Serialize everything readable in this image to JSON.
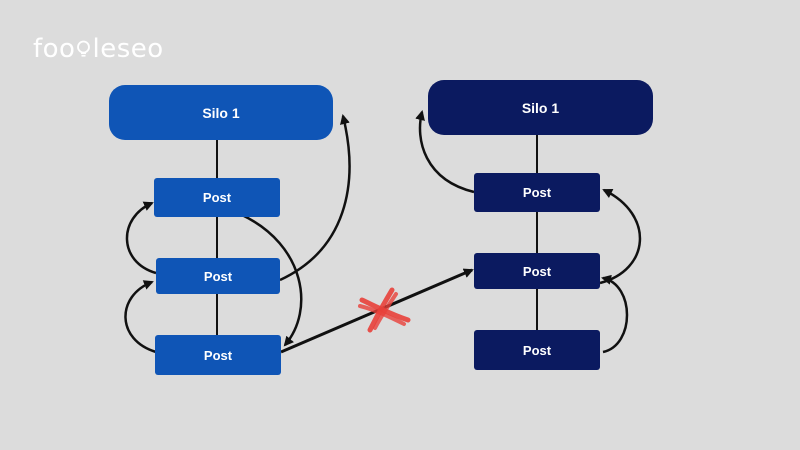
{
  "logo": {
    "text_before": "foo",
    "text_after": "leseo"
  },
  "colors": {
    "left_silo": "#0f55b6",
    "right_silo": "#0b1a60",
    "background": "#dcdcdc",
    "blocked_mark": "#e8403a"
  },
  "left_silo": {
    "title": "Silo 1",
    "posts": [
      "Post",
      "Post",
      "Post"
    ]
  },
  "right_silo": {
    "title": "Silo 1",
    "posts": [
      "Post",
      "Post",
      "Post"
    ]
  }
}
